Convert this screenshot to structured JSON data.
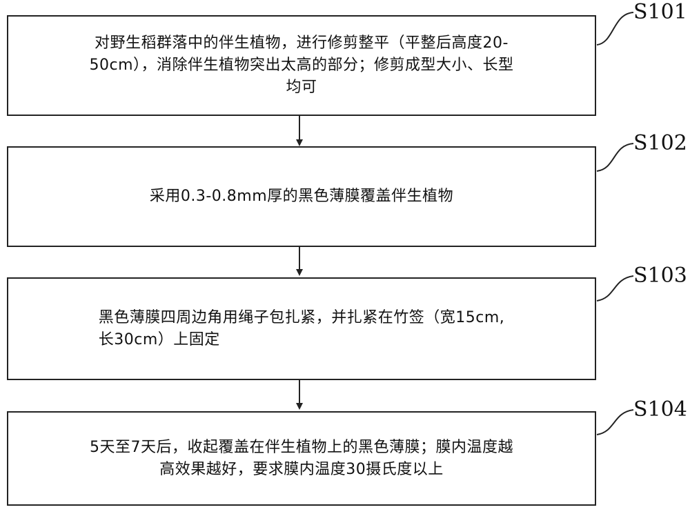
{
  "steps": [
    {
      "id": "S101",
      "text_lines": [
        "对野生稻群落中的伴生植物，进行修剪整平（平整后高度20-",
        "50cm），消除伴生植物突出太高的部分；修剪成型大小、长型",
        "均可"
      ]
    },
    {
      "id": "S102",
      "text_lines": [
        "采用0.3-0.8mm厚的黑色薄膜覆盖伴生植物"
      ]
    },
    {
      "id": "S103",
      "text_lines": [
        "黑色薄膜四周边角用绳子包扎紧，并扎紧在竹签（宽15cm,",
        "长30cm）上固定"
      ]
    },
    {
      "id": "S104",
      "text_lines": [
        "5天至7天后，收起覆盖在伴生植物上的黑色薄膜；膜内温度越",
        "高效果越好，要求膜内温度30摄氏度以上"
      ]
    }
  ]
}
